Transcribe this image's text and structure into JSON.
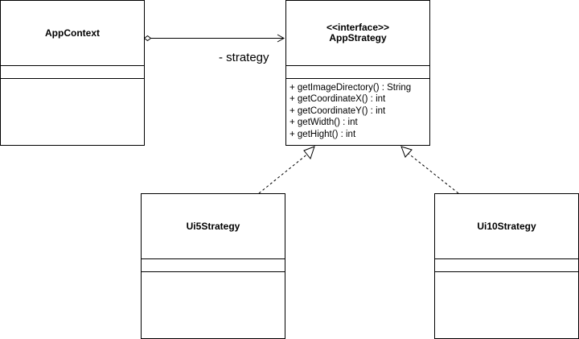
{
  "diagram": {
    "classes": {
      "app_context": {
        "name": "AppContext"
      },
      "app_strategy": {
        "stereotype": "<<interface>>",
        "name": "AppStrategy",
        "methods": [
          "+ getImageDirectory() : String",
          "+ getCoordinateX() : int",
          "+ getCoordinateY() : int",
          "+ getWidth() : int",
          "+ getHight() : int"
        ]
      },
      "ui5_strategy": {
        "name": "Ui5Strategy"
      },
      "ui10_strategy": {
        "name": "Ui10Strategy"
      }
    },
    "relations": {
      "association": {
        "label": "- strategy",
        "from": "AppContext",
        "to": "AppStrategy",
        "kind": "aggregation"
      },
      "realization_ui5": {
        "from": "Ui5Strategy",
        "to": "AppStrategy",
        "kind": "realization"
      },
      "realization_ui10": {
        "from": "Ui10Strategy",
        "to": "AppStrategy",
        "kind": "realization"
      }
    }
  }
}
